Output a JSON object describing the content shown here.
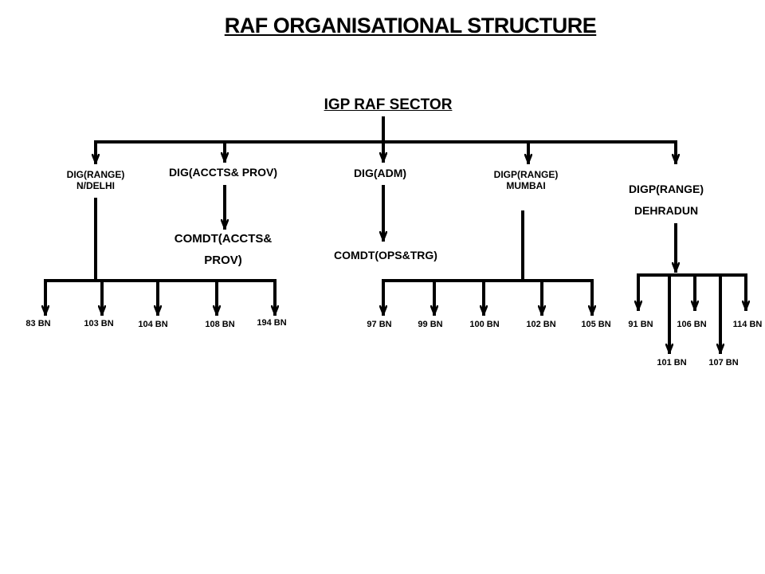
{
  "title": "RAF ORGANISATIONAL STRUCTURE",
  "root": "IGP RAF SECTOR",
  "nodes": {
    "dig_range_delhi": [
      "DIG(RANGE)",
      "N/DELHI"
    ],
    "dig_accts_prov": "DIG(ACCTS& PROV)",
    "comdt_accts_prov": [
      "COMDT(ACCTS&",
      "PROV)"
    ],
    "dig_adm": "DIG(ADM)",
    "comdt_ops_trg": "COMDT(OPS&TRG)",
    "digp_range_mumbai": [
      "DIGP(RANGE)",
      "MUMBAI"
    ],
    "digp_range_dehradun": [
      "DIGP(RANGE)",
      "DEHRADUN"
    ]
  },
  "battalions": {
    "delhi": [
      "83  BN",
      "103 BN",
      "104 BN",
      "108 BN",
      "194  BN"
    ],
    "mumbai": [
      "97 BN",
      "99 BN",
      "100 BN",
      "102 BN",
      "105 BN"
    ],
    "dehradun_top": [
      "91 BN",
      "106 BN",
      "114 BN"
    ],
    "dehradun_bottom": [
      "101 BN",
      "107 BN"
    ]
  },
  "colors": {
    "line": "#000000",
    "background": "#ffffff"
  }
}
